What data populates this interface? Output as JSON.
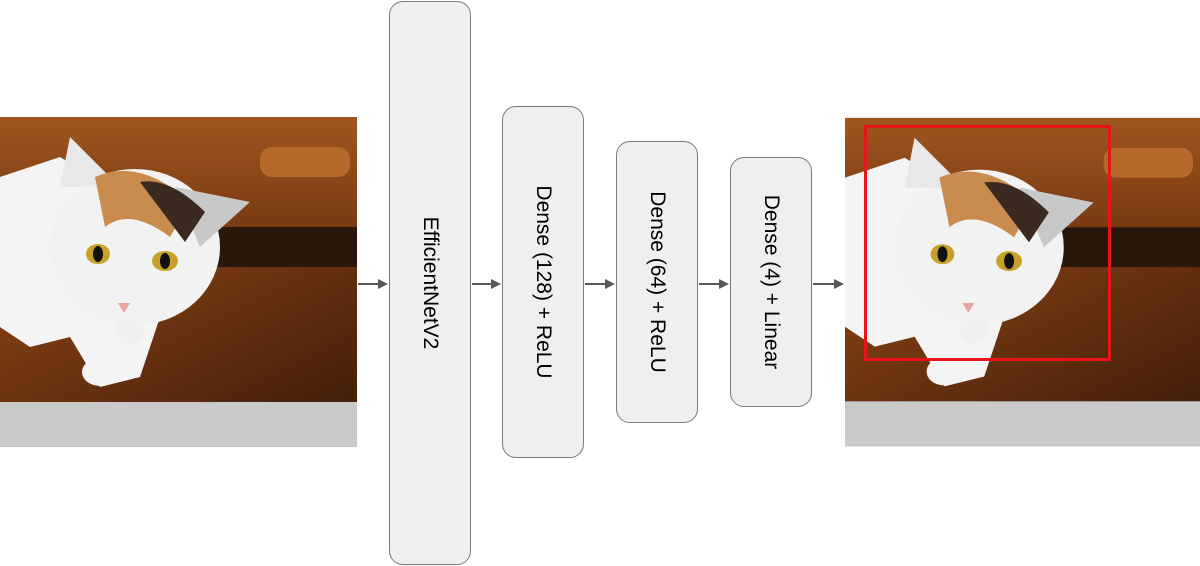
{
  "layers": [
    {
      "id": "efficientnet",
      "label": "EfficientNetV2"
    },
    {
      "id": "dense1",
      "label": "Dense (128) + ReLU"
    },
    {
      "id": "dense2",
      "label": "Dense (64) + ReLU"
    },
    {
      "id": "dense3",
      "label": "Dense (4) + Linear"
    }
  ],
  "colors": {
    "box_fill": "#efefef",
    "box_border": "#7a7a7a",
    "arrow": "#595959",
    "bounding_box": "#e8141a"
  },
  "icons": {
    "input": "cat-photo-input",
    "output": "cat-photo-with-bounding-box"
  }
}
